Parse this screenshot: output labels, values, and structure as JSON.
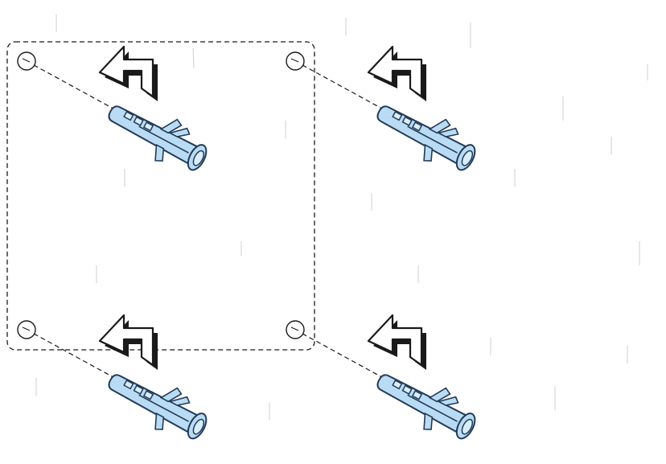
{
  "diagram": {
    "subject": "wall-anchor-installation",
    "colors": {
      "background": "#ffffff",
      "outline": "#1a1a1a",
      "anchor_fill": "#b9dcf4",
      "anchor_stroke": "#233a57",
      "wall_texture": "#c9c9c9"
    },
    "mounting_holes": [
      {
        "id": "hole-top-left"
      },
      {
        "id": "hole-top-right"
      },
      {
        "id": "hole-bottom-left"
      },
      {
        "id": "hole-bottom-right"
      }
    ],
    "anchors": [
      {
        "id": "anchor-top-left",
        "icon": "wall-plug-icon"
      },
      {
        "id": "anchor-top-right",
        "icon": "wall-plug-icon"
      },
      {
        "id": "anchor-bottom-left",
        "icon": "wall-plug-icon"
      },
      {
        "id": "anchor-bottom-right",
        "icon": "wall-plug-icon"
      }
    ],
    "arrows": [
      {
        "id": "arrow-top-left",
        "icon": "insert-arrow-icon"
      },
      {
        "id": "arrow-top-right",
        "icon": "insert-arrow-icon"
      },
      {
        "id": "arrow-bottom-left",
        "icon": "insert-arrow-icon"
      },
      {
        "id": "arrow-bottom-right",
        "icon": "insert-arrow-icon"
      }
    ]
  }
}
